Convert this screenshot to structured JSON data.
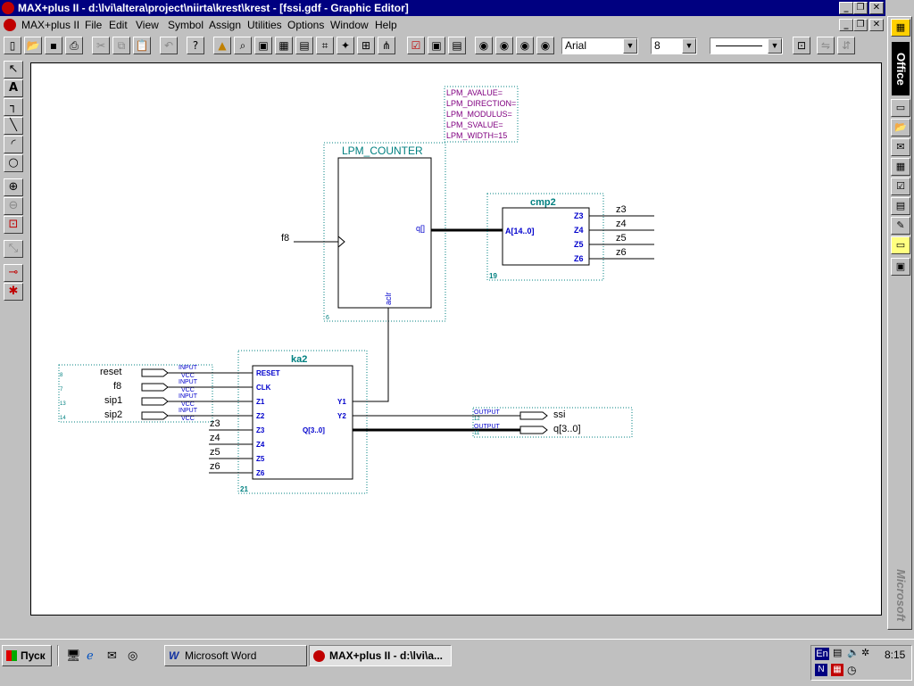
{
  "window": {
    "title": "MAX+plus II - d:\\lvi\\altera\\project\\niirta\\krest\\krest - [fssi.gdf - Graphic Editor]"
  },
  "menu": {
    "items": [
      "MAX+plus II",
      "File",
      "Edit",
      "View",
      "Symbol",
      "Assign",
      "Utilities",
      "Options",
      "Window",
      "Help"
    ]
  },
  "toolbar": {
    "font_name": "Arial",
    "font_size": "8"
  },
  "schematic": {
    "lpm_params": [
      "LPM_AVALUE=",
      "LPM_DIRECTION=",
      "LPM_MODULUS=",
      "LPM_SVALUE=",
      "LPM_WIDTH=15"
    ],
    "counter": {
      "title": "LPM_COUNTER",
      "port_q": "q[]",
      "port_aclr": "aclr",
      "num": "6",
      "input_label": "f8"
    },
    "cmp2": {
      "title": "cmp2",
      "input_port": "A[14..0]",
      "out_ports": [
        "Z3",
        "Z4",
        "Z5",
        "Z6"
      ],
      "out_nets": [
        "z3",
        "z4",
        "z5",
        "z6"
      ],
      "num": "19"
    },
    "ka2": {
      "title": "ka2",
      "in_ports": [
        "RESET",
        "CLK",
        "Z1",
        "Z2",
        "Z3",
        "Z4",
        "Z5",
        "Z6"
      ],
      "out_ports": [
        "Y1",
        "Y2",
        "Q[3..0]"
      ],
      "num": "21",
      "in_nets": [
        "z3",
        "z4",
        "z5",
        "z6"
      ]
    },
    "inputs": [
      {
        "num": "8",
        "name": "reset",
        "type": "INPUT",
        "vcc": "VCC"
      },
      {
        "num": "7",
        "name": "f8",
        "type": "INPUT",
        "vcc": "VCC"
      },
      {
        "num": "13",
        "name": "sip1",
        "type": "INPUT",
        "vcc": "VCC"
      },
      {
        "num": "14",
        "name": "sip2",
        "type": "INPUT",
        "vcc": "VCC"
      }
    ],
    "outputs": [
      {
        "num": "12",
        "name": "ssi",
        "type": "OUTPUT"
      },
      {
        "num": "11",
        "name": "q[3..0]",
        "type": "OUTPUT"
      }
    ]
  },
  "office": {
    "label": "Office",
    "brand": "Microsoft"
  },
  "taskbar": {
    "start": "Пуск",
    "tasks": [
      "Microsoft Word",
      "MAX+plus II - d:\\lvi\\a..."
    ],
    "lang": "En",
    "clock": "8:15"
  },
  "colors": {
    "titlebar": "#000080",
    "schematic_teal": "#008080",
    "port_blue": "#0000cc",
    "lpm_purple": "#800080"
  }
}
